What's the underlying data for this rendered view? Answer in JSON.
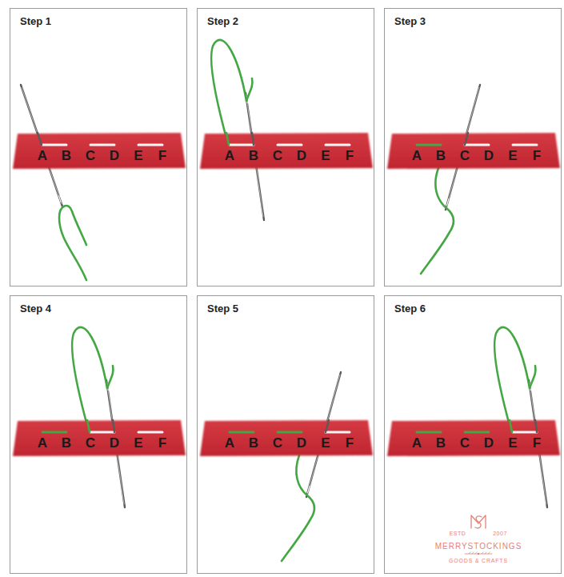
{
  "diagram": {
    "nodes": [
      {
        "text": [
          "Step 1"
        ]
      },
      {
        "text": [
          "A",
          "B",
          "C",
          "D",
          "E",
          "F"
        ],
        "in": 0
      },
      {
        "text": [
          "Step 2"
        ]
      },
      {
        "text": [
          "A",
          "B",
          "C",
          "D",
          "E",
          "F"
        ],
        "in": 2
      },
      {
        "text": [
          "Step 3"
        ]
      },
      {
        "text": [
          "A",
          "B",
          "C",
          "D",
          "E",
          "F"
        ],
        "in": 4
      },
      {
        "text": [
          "Step 4"
        ]
      },
      {
        "text": [
          "A",
          "B",
          "C",
          "D",
          "E",
          "F"
        ],
        "in": 6
      },
      {
        "text": [
          "Step 5"
        ]
      },
      {
        "text": [
          "A",
          "B",
          "C",
          "D",
          "E",
          "F"
        ],
        "in": 8
      },
      {
        "text": [
          "Step 6"
        ]
      },
      {
        "text": [
          "A",
          "B",
          "C",
          "D",
          "E",
          "F"
        ],
        "in": 10
      }
    ],
    "edges": [],
    "labels": [
      "ESTD",
      "2007",
      "MERRYSTOCKINGS",
      "GOODS & CRAFTS"
    ]
  }
}
